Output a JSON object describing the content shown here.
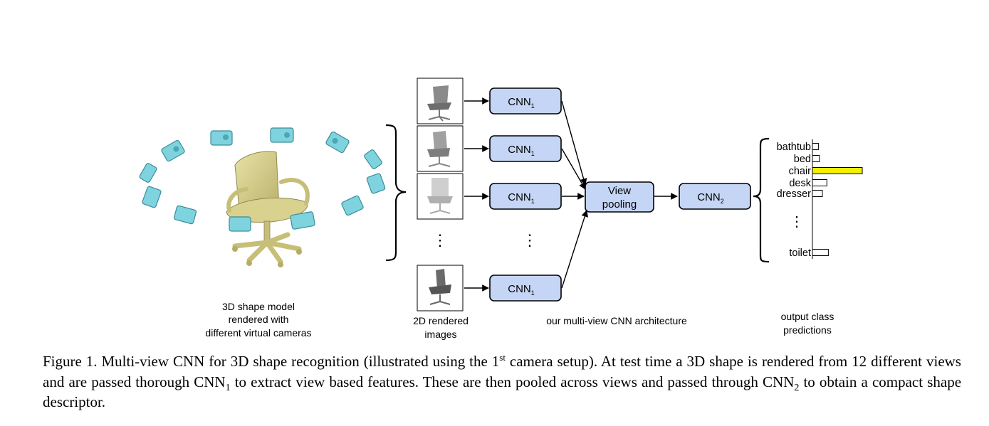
{
  "labels": {
    "shape_model": [
      "3D shape model",
      "rendered with",
      "different virtual cameras"
    ],
    "rendered_images": [
      "2D rendered",
      "images"
    ],
    "architecture": "our multi-view CNN architecture",
    "output": [
      "output class",
      "predictions"
    ],
    "cnn1_base": "CNN",
    "cnn1_sub": "1",
    "cnn2_base": "CNN",
    "cnn2_sub": "2",
    "view_pooling": [
      "View",
      "pooling"
    ],
    "dots": "⋮"
  },
  "classes": [
    {
      "name": "bathtub",
      "score": 0.12
    },
    {
      "name": "bed",
      "score": 0.14
    },
    {
      "name": "chair",
      "score": 1.0
    },
    {
      "name": "desk",
      "score": 0.29
    },
    {
      "name": "dresser",
      "score": 0.2
    },
    {
      "name": "toilet",
      "score": 0.32
    }
  ],
  "colors": {
    "cnn_box_fill": "#c5d5f5",
    "highlight_bar": "#f5f000",
    "camera": "#7fd3df",
    "chair": "#d9d28f"
  },
  "caption": {
    "p1": "Figure 1. Multi-view CNN for 3D shape recognition (illustrated using the 1",
    "p1_sup": "st",
    "p2": " camera setup). At test time a 3D shape is rendered from 12 different views and are passed thorough CNN",
    "p2_sub": "1",
    "p3": " to extract view based features. These are then pooled across views and passed through CNN",
    "p3_sub": "2",
    "p4": " to obtain a compact shape descriptor."
  }
}
